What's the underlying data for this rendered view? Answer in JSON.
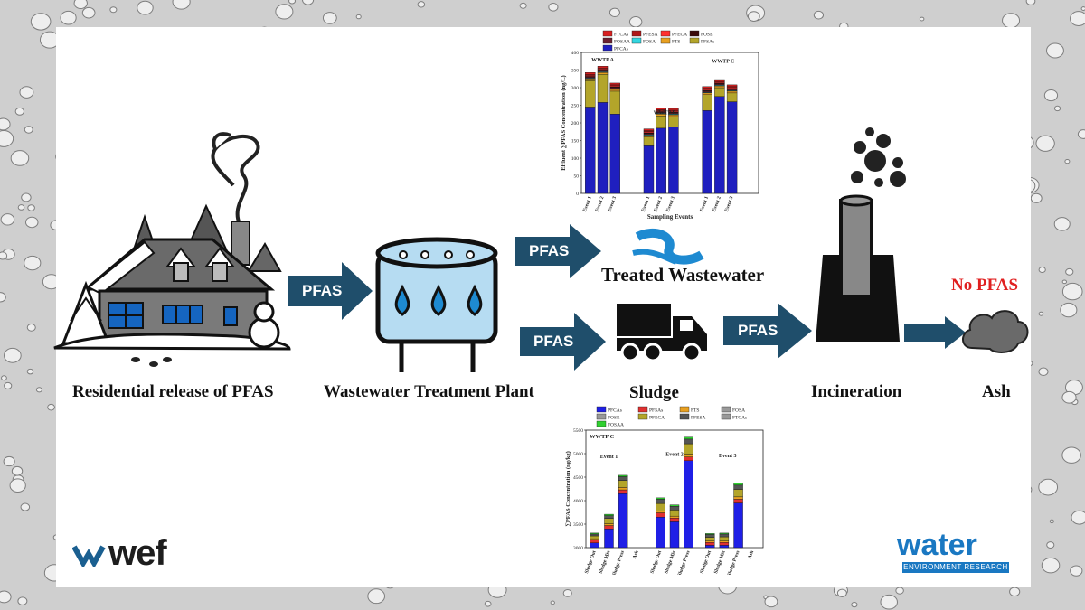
{
  "stages": {
    "residential": "Residential release of PFAS",
    "wwtp": "Wastewater Treatment Plant",
    "treated": "Treated Wastewater",
    "sludge": "Sludge",
    "incineration": "Incineration",
    "ash": "Ash",
    "no_pfas": "No PFAS"
  },
  "arrows": {
    "a1": "PFAS",
    "a2": "PFAS",
    "a3": "PFAS",
    "a4": "PFAS"
  },
  "colors": {
    "arrow": "#1f4e6b",
    "no_pfas": "#e02020",
    "tank": "#b6dcf2",
    "drop": "#1e8ad1"
  },
  "logos": {
    "wef": "wef",
    "water": "water",
    "water_sub": "ENVIRONMENT RESEARCH"
  },
  "chart_data": [
    {
      "type": "bar",
      "stacked": true,
      "ylabel": "Effluent ∑PFAS Concentration (ng/L)",
      "xlabel": "Sampling Events",
      "ylim": [
        0,
        400
      ],
      "yticks": [
        0,
        50,
        100,
        150,
        200,
        250,
        300,
        350,
        400
      ],
      "group_labels": [
        "WWTP A",
        "WWTP B",
        "WWTP C"
      ],
      "categories": [
        "Event 1",
        "Event 2",
        "Event 3",
        "Event 1",
        "Event 2",
        "Event 3",
        "Event 1",
        "Event 2",
        "Event 3"
      ],
      "legend": [
        "FTCAs",
        "PFESA",
        "PFECA",
        "FOSE",
        "FOSAA",
        "FOSA",
        "FTS",
        "PFSAs",
        "PFCAs"
      ],
      "series": [
        {
          "name": "PFCAs",
          "color": "#1f1fbf",
          "values": [
            245,
            258,
            225,
            135,
            185,
            188,
            235,
            275,
            260
          ]
        },
        {
          "name": "PFSAs",
          "color": "#b3a52a",
          "values": [
            75,
            80,
            65,
            25,
            35,
            30,
            45,
            25,
            25
          ]
        },
        {
          "name": "FTS",
          "color": "#e8a020",
          "values": [
            5,
            5,
            5,
            5,
            5,
            5,
            5,
            5,
            5
          ]
        },
        {
          "name": "FOSA",
          "color": "#33d6e0",
          "values": [
            2,
            2,
            2,
            2,
            2,
            2,
            2,
            2,
            2
          ]
        },
        {
          "name": "FOSAA",
          "color": "#6b2030",
          "values": [
            3,
            3,
            3,
            3,
            3,
            3,
            3,
            3,
            3
          ]
        },
        {
          "name": "FOSE",
          "color": "#3a0a0a",
          "values": [
            2,
            2,
            2,
            2,
            2,
            2,
            2,
            2,
            2
          ]
        },
        {
          "name": "PFECA",
          "color": "#ff3030",
          "values": [
            3,
            3,
            3,
            3,
            3,
            3,
            3,
            3,
            3
          ]
        },
        {
          "name": "PFESA",
          "color": "#b01818",
          "values": [
            3,
            3,
            3,
            3,
            3,
            3,
            3,
            3,
            3
          ]
        },
        {
          "name": "FTCAs",
          "color": "#d82020",
          "values": [
            5,
            5,
            5,
            5,
            5,
            5,
            5,
            5,
            5
          ]
        }
      ]
    },
    {
      "type": "bar",
      "stacked": true,
      "title": "WWTP C",
      "ylabel": "∑PFAS Concentration (ng/kg)",
      "ylim": [
        3000,
        5500
      ],
      "yticks": [
        3000,
        3500,
        4000,
        4500,
        5000,
        5500
      ],
      "group_labels": [
        "Event 1",
        "Event 2",
        "Event 3"
      ],
      "categories": [
        "Sludge Out",
        "Sludge Mix",
        "Sludge Press",
        "Ash",
        "Sludge Out",
        "Sludge Mix",
        "Sludge Press",
        "Sludge Out",
        "Sludge Mix",
        "Sludge Press",
        "Ash"
      ],
      "legend": [
        "PFCAs",
        "PFSAs",
        "FTS",
        "FOSA",
        "FOSE",
        "PFECA",
        "PFESA",
        "FTCAs",
        "FOSAA"
      ],
      "series": [
        {
          "name": "PFCAs",
          "color": "#1f1fe6",
          "values": [
            3100,
            3400,
            4150,
            0,
            3650,
            3550,
            4850,
            3050,
            3050,
            3950,
            0
          ]
        },
        {
          "name": "PFSAs",
          "color": "#e03030",
          "values": [
            60,
            70,
            80,
            0,
            90,
            80,
            80,
            60,
            60,
            80,
            0
          ]
        },
        {
          "name": "FTS",
          "color": "#e8a020",
          "values": [
            30,
            40,
            50,
            0,
            40,
            40,
            60,
            30,
            30,
            50,
            0
          ]
        },
        {
          "name": "PFECA",
          "color": "#b3a52a",
          "values": [
            60,
            110,
            150,
            0,
            160,
            130,
            220,
            80,
            90,
            160,
            0
          ]
        },
        {
          "name": "PFESA",
          "color": "#555555",
          "values": [
            40,
            60,
            80,
            0,
            90,
            80,
            100,
            60,
            60,
            90,
            0
          ]
        },
        {
          "name": "FOSAA",
          "color": "#30d030",
          "values": [
            20,
            30,
            30,
            0,
            30,
            30,
            40,
            20,
            20,
            40,
            0
          ]
        }
      ]
    }
  ]
}
